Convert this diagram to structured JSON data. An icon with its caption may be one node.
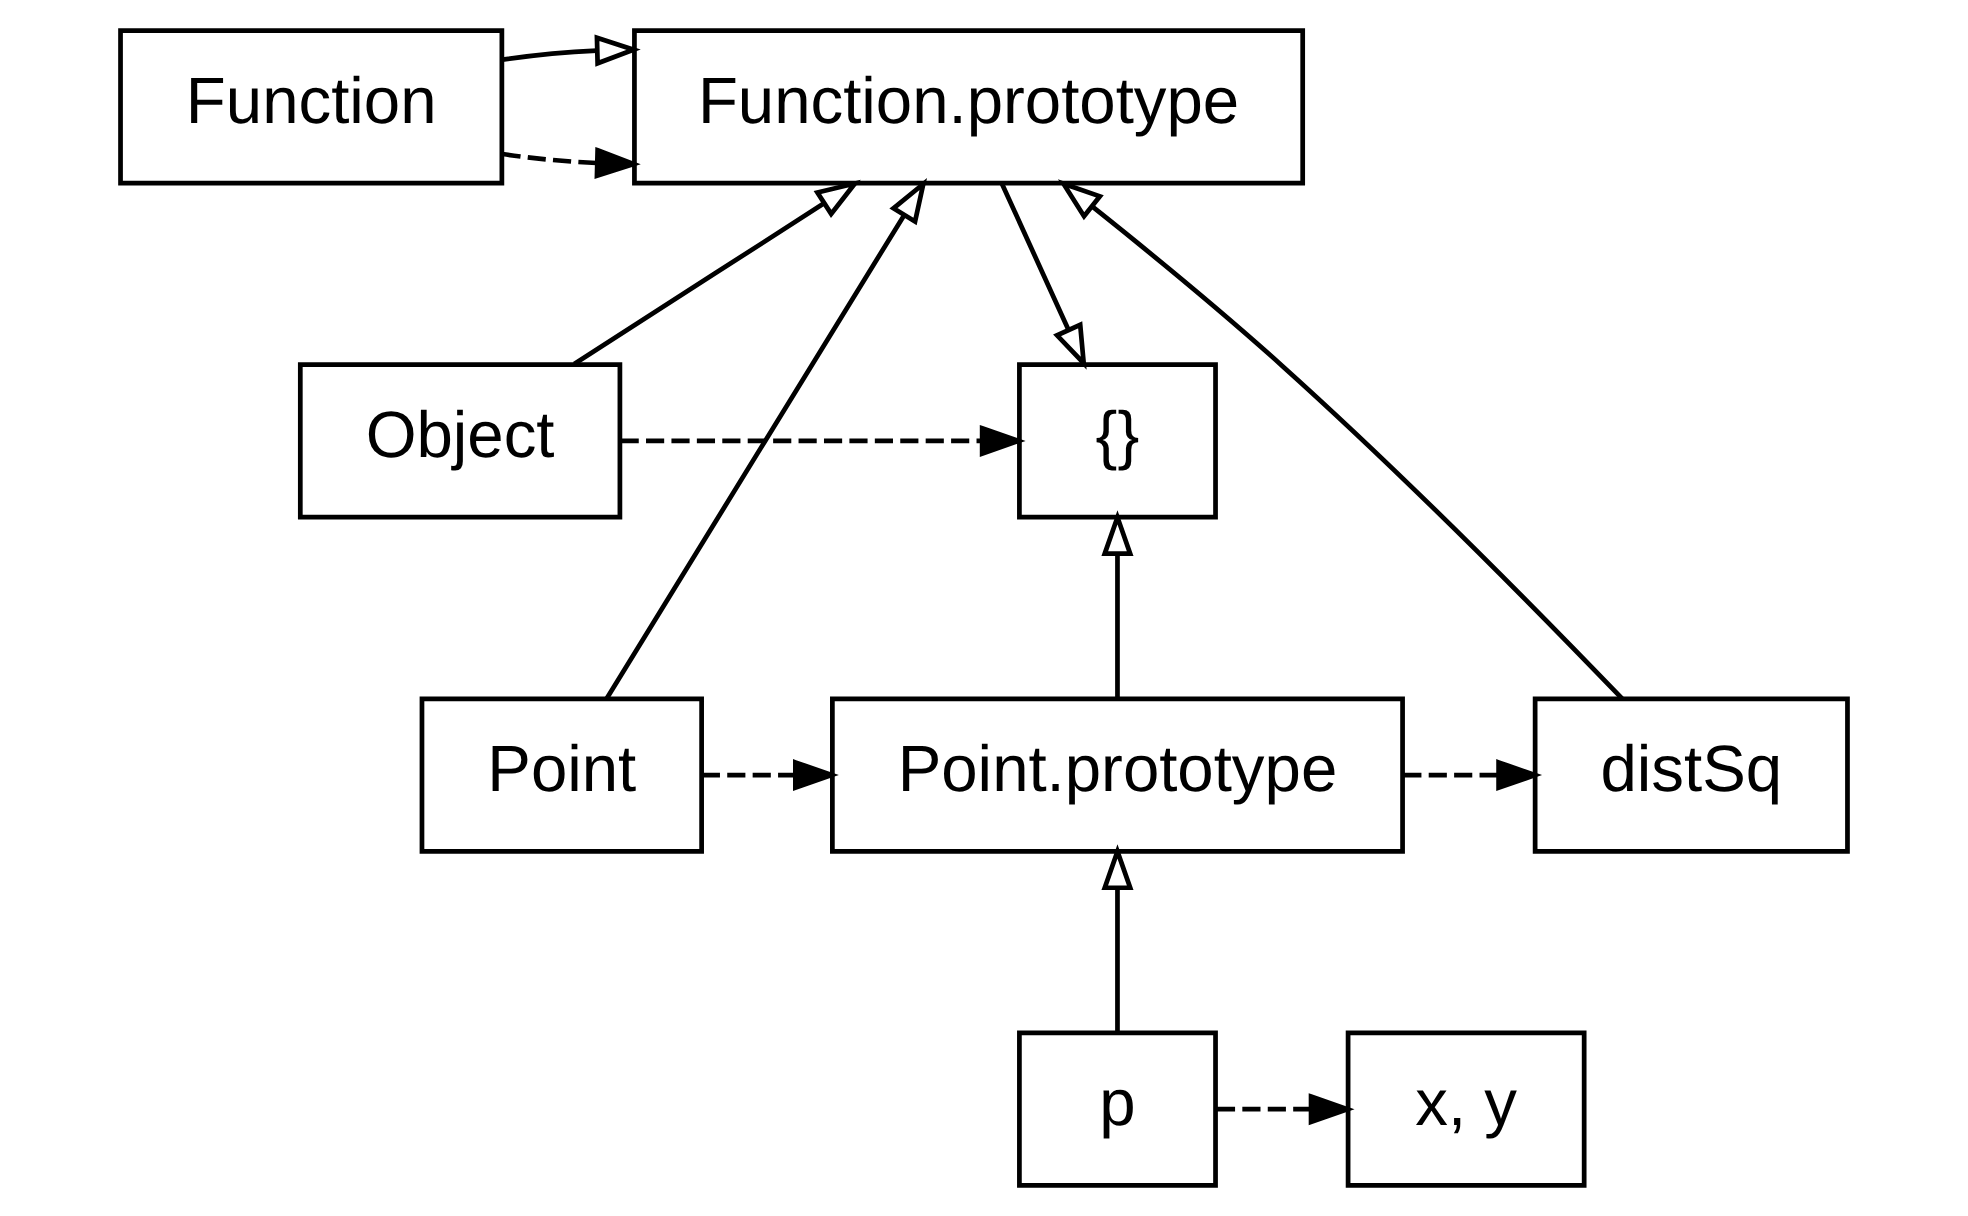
{
  "diagram": {
    "nodes": [
      {
        "text": [
          "Object"
        ]
      },
      {
        "text": [
          "{}"
        ]
      },
      {
        "text": [
          "Function"
        ]
      },
      {
        "text": [
          "Function.prototype"
        ]
      },
      {
        "text": [
          "Point"
        ]
      },
      {
        "text": [
          "Point.prototype"
        ]
      },
      {
        "text": [
          "distSq"
        ]
      },
      {
        "text": [
          "p"
        ]
      },
      {
        "text": [
          "x, y"
        ]
      }
    ],
    "edges": [
      {
        "from": 0,
        "to": 1,
        "arrow": "to",
        "style": "dashed"
      },
      {
        "from": 0,
        "to": 3,
        "arrow": "to"
      },
      {
        "from": 3,
        "to": 1,
        "arrow": "to"
      },
      {
        "from": 2,
        "to": 3,
        "arrow": "to"
      },
      {
        "from": 2,
        "to": 3,
        "arrow": "to",
        "style": "dashed"
      },
      {
        "from": 4,
        "to": 3,
        "arrow": "to"
      },
      {
        "from": 4,
        "to": 5,
        "arrow": "to",
        "style": "dashed"
      },
      {
        "from": 5,
        "to": 1,
        "arrow": "to"
      },
      {
        "from": 5,
        "to": 6,
        "arrow": "to",
        "style": "dashed"
      },
      {
        "from": 6,
        "to": 3,
        "arrow": "to"
      },
      {
        "from": 7,
        "to": 5,
        "arrow": "to"
      },
      {
        "from": 7,
        "to": 8,
        "arrow": "to",
        "style": "dashed"
      }
    ]
  }
}
